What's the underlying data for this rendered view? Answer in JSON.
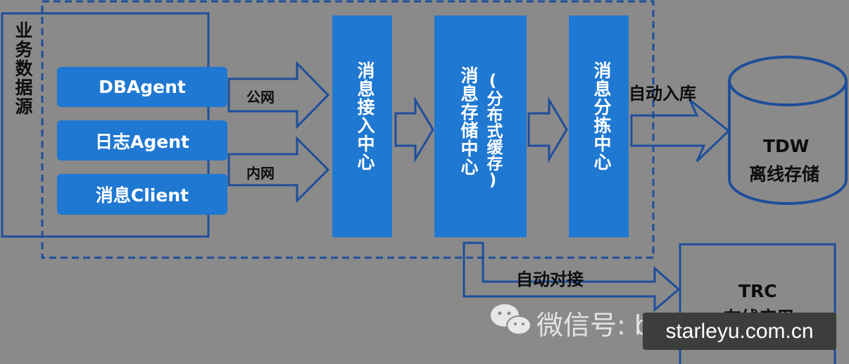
{
  "business_source": "业务数据源",
  "agents": [
    "DBAgent",
    "日志Agent",
    "消息Client"
  ],
  "network_labels": {
    "public": "公网",
    "internal": "内网"
  },
  "centers": {
    "access": "消息接入中心",
    "storage": "消息存储中心",
    "storage_note": "(分布式缓存)",
    "sort": "消息分拣中心"
  },
  "edge_labels": {
    "auto_load": "自动入库",
    "auto_connect": "自动对接"
  },
  "tdw": {
    "title": "TDW",
    "subtitle": "离线存储"
  },
  "trc": {
    "title": "TRC",
    "subtitle": "在线应用"
  },
  "watermark": {
    "wechat": "微信号: bigdatabang",
    "site": "starleyu.com.cn"
  },
  "colors": {
    "background": "#8a8a8a",
    "accent_blue": "#1f78d1",
    "outline_blue": "#1f4e9a"
  }
}
